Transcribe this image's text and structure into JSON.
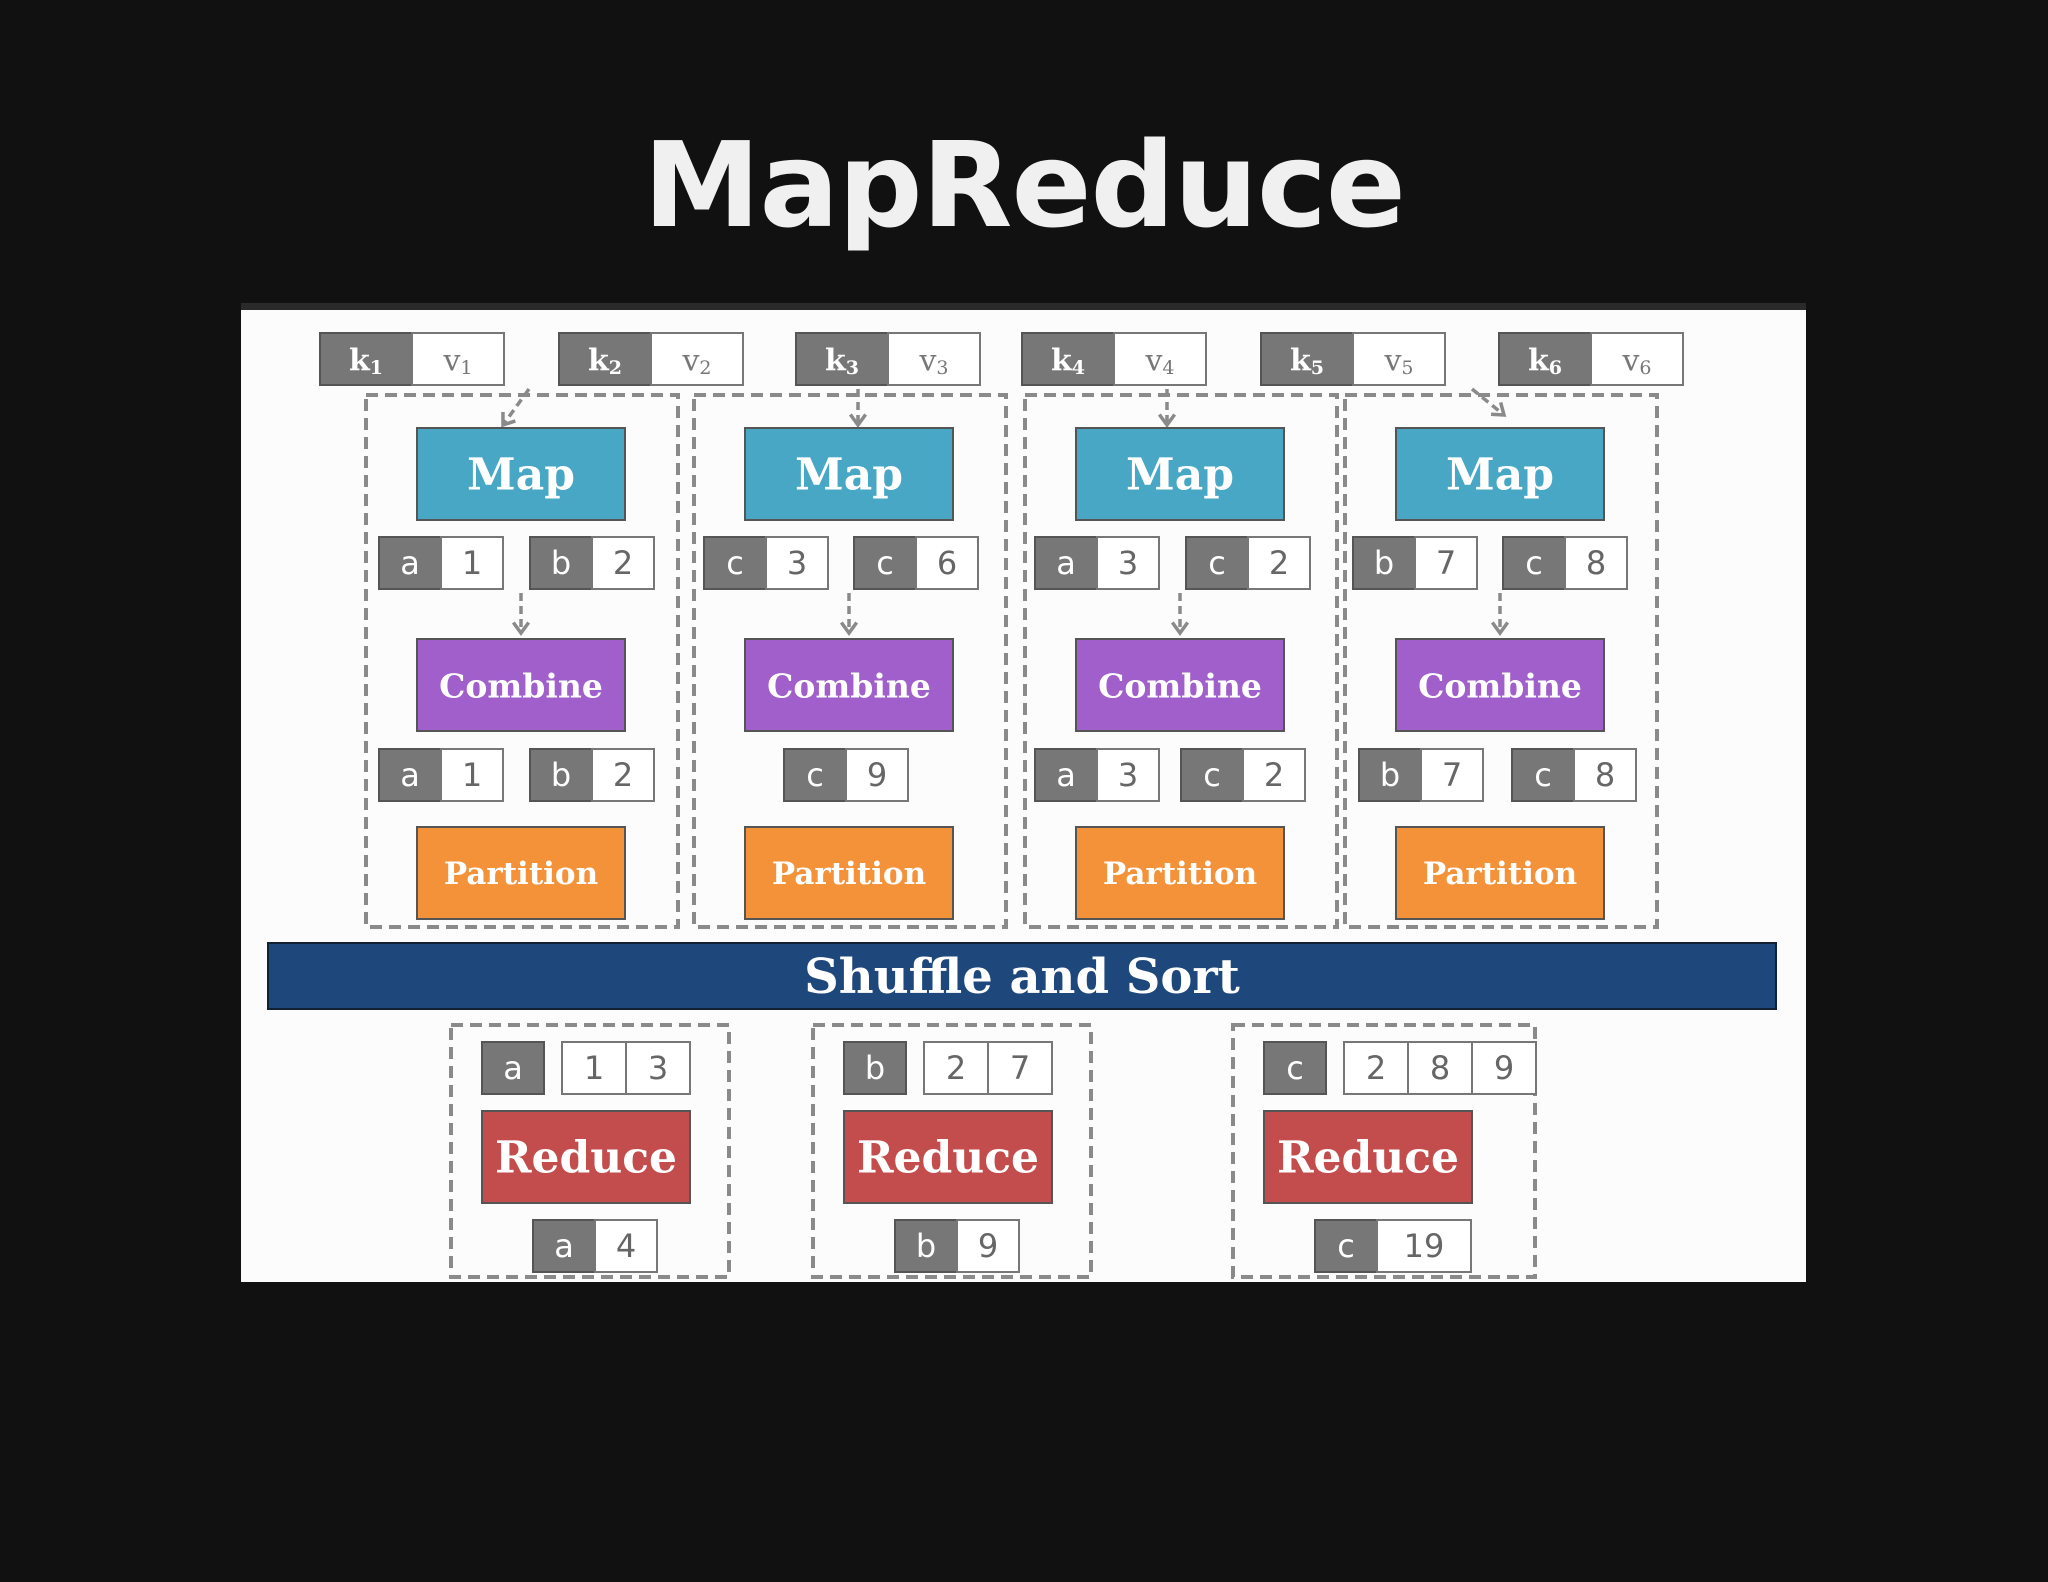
{
  "title": "MapReduce",
  "colors": {
    "map": "#48a7c5",
    "combine": "#a05fcb",
    "partition": "#f4923a",
    "shuffle": "#1e477b",
    "reduce": "#c34c4d",
    "key_cell": "#777777"
  },
  "inputs": [
    {
      "k": "k",
      "k_sub": "1",
      "v": "v",
      "v_sub": "1"
    },
    {
      "k": "k",
      "k_sub": "2",
      "v": "v",
      "v_sub": "2"
    },
    {
      "k": "k",
      "k_sub": "3",
      "v": "v",
      "v_sub": "3"
    },
    {
      "k": "k",
      "k_sub": "4",
      "v": "v",
      "v_sub": "4"
    },
    {
      "k": "k",
      "k_sub": "5",
      "v": "v",
      "v_sub": "5"
    },
    {
      "k": "k",
      "k_sub": "6",
      "v": "v",
      "v_sub": "6"
    }
  ],
  "mappers": [
    {
      "map_label": "Map",
      "map_out": [
        {
          "k": "a",
          "v": "1"
        },
        {
          "k": "b",
          "v": "2"
        }
      ],
      "combine_label": "Combine",
      "combine_out": [
        {
          "k": "a",
          "v": "1"
        },
        {
          "k": "b",
          "v": "2"
        }
      ],
      "partition_label": "Partition"
    },
    {
      "map_label": "Map",
      "map_out": [
        {
          "k": "c",
          "v": "3"
        },
        {
          "k": "c",
          "v": "6"
        }
      ],
      "combine_label": "Combine",
      "combine_out": [
        {
          "k": "c",
          "v": "9"
        }
      ],
      "partition_label": "Partition"
    },
    {
      "map_label": "Map",
      "map_out": [
        {
          "k": "a",
          "v": "3"
        },
        {
          "k": "c",
          "v": "2"
        }
      ],
      "combine_label": "Combine",
      "combine_out": [
        {
          "k": "a",
          "v": "3"
        },
        {
          "k": "c",
          "v": "2"
        }
      ],
      "partition_label": "Partition"
    },
    {
      "map_label": "Map",
      "map_out": [
        {
          "k": "b",
          "v": "7"
        },
        {
          "k": "c",
          "v": "8"
        }
      ],
      "combine_label": "Combine",
      "combine_out": [
        {
          "k": "b",
          "v": "7"
        },
        {
          "k": "c",
          "v": "8"
        }
      ],
      "partition_label": "Partition"
    }
  ],
  "shuffle_label": "Shuffle and Sort",
  "reducers": [
    {
      "key": "a",
      "values": [
        "1",
        "3"
      ],
      "label": "Reduce",
      "out_k": "a",
      "out_v": "4"
    },
    {
      "key": "b",
      "values": [
        "2",
        "7"
      ],
      "label": "Reduce",
      "out_k": "b",
      "out_v": "9"
    },
    {
      "key": "c",
      "values": [
        "2",
        "8",
        "9"
      ],
      "label": "Reduce",
      "out_k": "c",
      "out_v": "19"
    }
  ]
}
